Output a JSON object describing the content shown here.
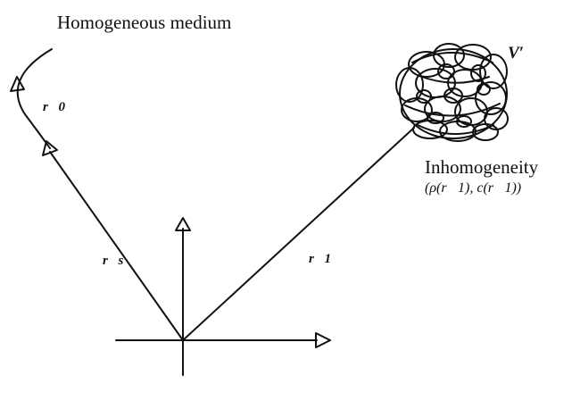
{
  "title": "Homogeneous medium",
  "volume_label": "V′",
  "inhomogeneity_label": "Inhomogeneity",
  "inhomogeneity_properties": "(ρ(r⃗1), c(r⃗1))",
  "vector_labels": {
    "r0": "r⃗0",
    "rs": "r⃗s",
    "r1": "r⃗1"
  },
  "colors": {
    "ink": "#111111",
    "background": "#ffffff"
  }
}
